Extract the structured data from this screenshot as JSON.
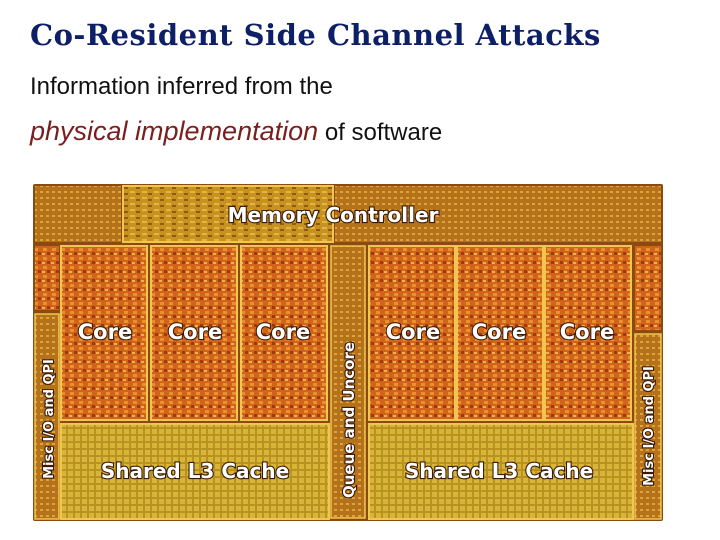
{
  "slide": {
    "title": "Co-Resident Side Channel Attacks",
    "line1": "Information inferred from the",
    "line2_emphasis": "physical implementation",
    "line2_rest": "of software"
  },
  "die": {
    "memory_controller": "Memory Controller",
    "cores": [
      "Core",
      "Core",
      "Core",
      "Core",
      "Core",
      "Core"
    ],
    "queue": "Queue and Uncore",
    "misc_left": "Misc I/O and QPI",
    "misc_right": "Misc I/O and QPI",
    "cache_left": "Shared L3 Cache",
    "cache_right": "Shared L3 Cache"
  },
  "colors": {
    "title": "#0d1f66",
    "emphasis": "#7a1f1f",
    "die_gold": "#c98a1e",
    "die_orange": "#d8661b"
  }
}
